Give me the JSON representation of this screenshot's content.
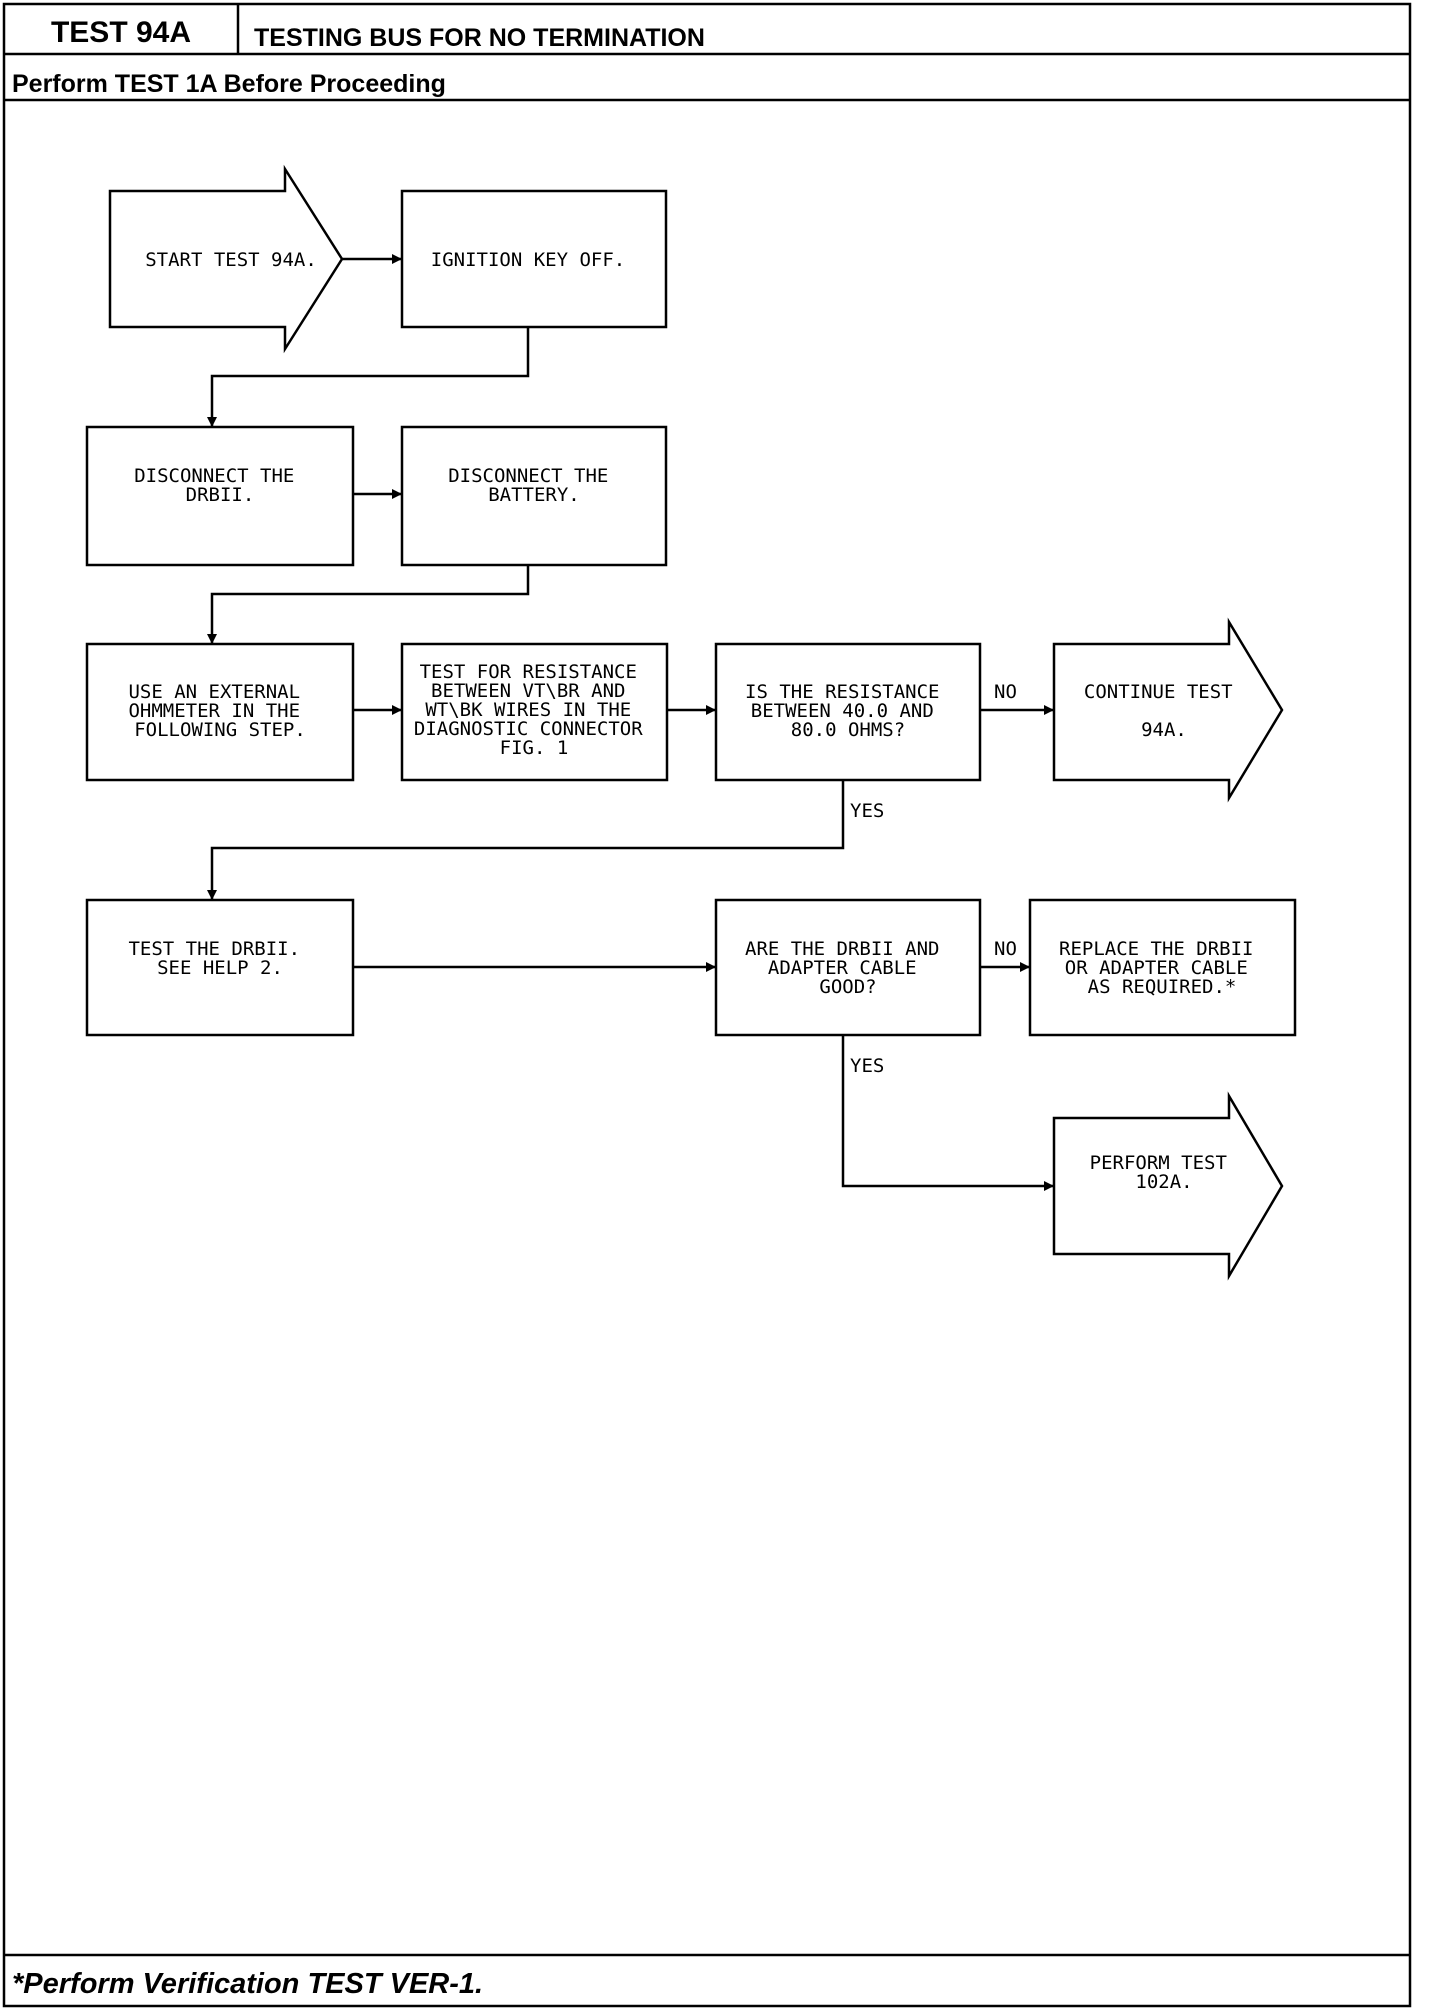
{
  "header": {
    "test_id": "TEST 94A",
    "title": "TESTING BUS FOR NO TERMINATION",
    "prerequisite": "Perform TEST 1A Before Proceeding"
  },
  "footer": {
    "note": "*Perform Verification TEST VER-1."
  },
  "nodes": {
    "start": [
      "START TEST 94A."
    ],
    "ignition": [
      "IGNITION KEY OFF."
    ],
    "disconnect_drbii": [
      "DISCONNECT THE",
      "DRBII."
    ],
    "disconnect_battery": [
      "DISCONNECT THE",
      "BATTERY."
    ],
    "use_ohmmeter": [
      "USE AN EXTERNAL",
      "OHMMETER IN THE",
      "FOLLOWING STEP."
    ],
    "test_resistance": [
      "TEST FOR RESISTANCE",
      "BETWEEN VT\\BR AND",
      "WT\\BK WIRES IN THE",
      "DIAGNOSTIC CONNECTOR",
      "FIG. 1"
    ],
    "is_resistance": [
      "IS THE RESISTANCE",
      "BETWEEN 40.0 AND",
      "80.0 OHMS?"
    ],
    "continue_test": [
      "CONTINUE TEST",
      "",
      "94A."
    ],
    "test_drbii": [
      "TEST THE DRBII.",
      "SEE HELP 2."
    ],
    "are_drbii_good": [
      "ARE THE DRBII AND",
      "ADAPTER CABLE",
      "GOOD?"
    ],
    "replace_drbii": [
      "REPLACE THE DRBII",
      "OR ADAPTER CABLE",
      "AS REQUIRED.*"
    ],
    "perform_102a": [
      "PERFORM TEST",
      "102A."
    ]
  },
  "labels": {
    "no_1": "NO",
    "yes_1": "YES",
    "no_2": "NO",
    "yes_2": "YES"
  }
}
